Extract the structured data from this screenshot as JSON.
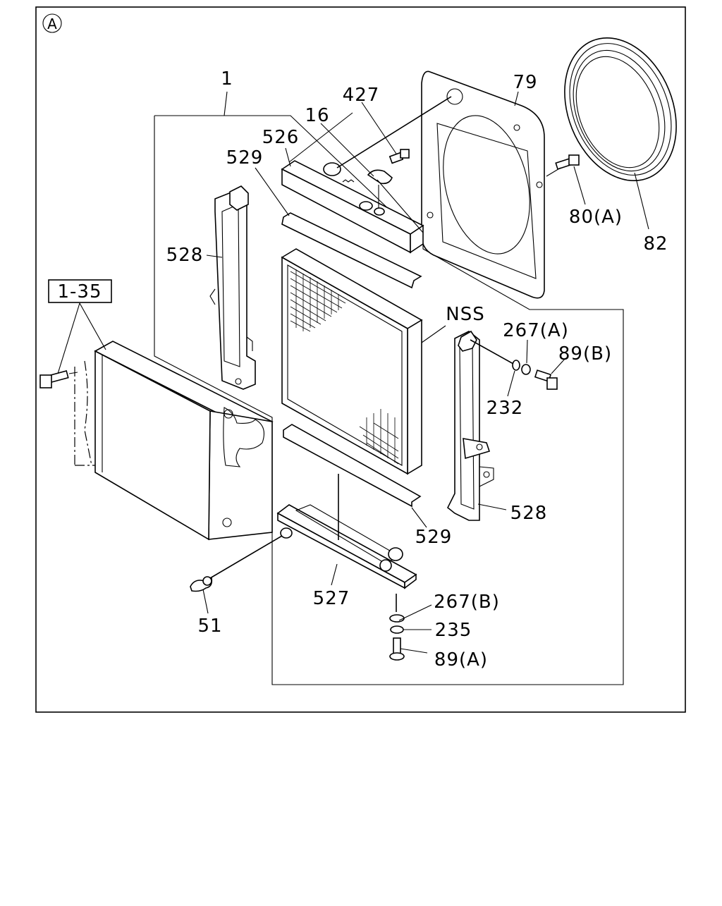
{
  "diagram": {
    "view_marker": "A",
    "colors": {
      "line": "#000000",
      "background": "#ffffff"
    },
    "labels": [
      {
        "id": "p1",
        "text": "1"
      },
      {
        "id": "p427",
        "text": "427"
      },
      {
        "id": "p79",
        "text": "79"
      },
      {
        "id": "p16",
        "text": "16"
      },
      {
        "id": "p526",
        "text": "526"
      },
      {
        "id": "p529_top",
        "text": "529"
      },
      {
        "id": "p80a",
        "text": "80(A)"
      },
      {
        "id": "p82",
        "text": "82"
      },
      {
        "id": "p528_left",
        "text": "528"
      },
      {
        "id": "p1_35",
        "text": "1-35"
      },
      {
        "id": "pNSS",
        "text": "NSS"
      },
      {
        "id": "p267a",
        "text": "267(A)"
      },
      {
        "id": "p89b",
        "text": "89(B)"
      },
      {
        "id": "p232",
        "text": "232"
      },
      {
        "id": "p528_right",
        "text": "528"
      },
      {
        "id": "p529_bottom",
        "text": "529"
      },
      {
        "id": "p527",
        "text": "527"
      },
      {
        "id": "p267b",
        "text": "267(B)"
      },
      {
        "id": "p235",
        "text": "235"
      },
      {
        "id": "p51",
        "text": "51"
      },
      {
        "id": "p89a",
        "text": "89(A)"
      }
    ]
  }
}
